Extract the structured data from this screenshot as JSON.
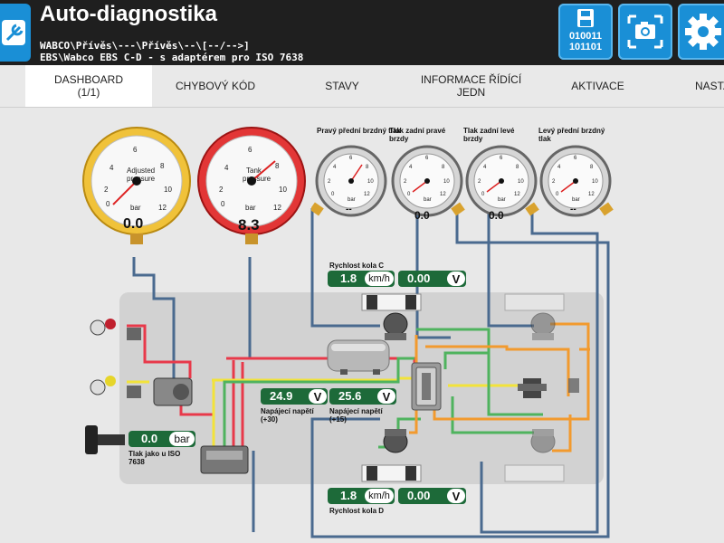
{
  "header": {
    "title": "Auto-diagnostika",
    "path_line1": "WABCO\\Přívěs\\---\\Přívěs\\--\\[--/-->]",
    "path_line2": "EBS\\Wabco EBS C-D - s adaptérem pro ISO 7638",
    "binary_button_text": "010011\n101101"
  },
  "tabs": [
    {
      "label": "DASHBOARD\n(1/1)",
      "active": true
    },
    {
      "label": "CHYBOVÝ KÓD"
    },
    {
      "label": "STAVY"
    },
    {
      "label": "INFORMACE ŘÍDÍCÍ JEDN"
    },
    {
      "label": "AKTIVACE"
    },
    {
      "label": "NASTAV"
    }
  ],
  "gauges": {
    "adjusted": {
      "label": "Adjusted\npressure",
      "unit": "bar",
      "value": "0.0",
      "ticks": [
        "0",
        "2",
        "4",
        "6",
        "8",
        "10",
        "12"
      ]
    },
    "tank": {
      "label": "Tank\npressure",
      "unit": "bar",
      "value": "8.3",
      "ticks": [
        "0",
        "2",
        "4",
        "6",
        "8",
        "10",
        "12"
      ]
    },
    "front_right": {
      "title": "Pravý přední brzdný tlak",
      "unit": "bar",
      "value": "--",
      "ticks": [
        "0",
        "2",
        "4",
        "6",
        "8",
        "10",
        "12"
      ]
    },
    "rear_right": {
      "title": "Tlak zadní pravé brzdy",
      "unit": "bar",
      "value": "0.0",
      "ticks": [
        "0",
        "2",
        "4",
        "6",
        "8",
        "10",
        "12"
      ]
    },
    "rear_left": {
      "title": "Tlak zadní levé brzdy",
      "unit": "bar",
      "value": "0.0",
      "ticks": [
        "0",
        "2",
        "4",
        "6",
        "8",
        "10",
        "12"
      ]
    },
    "front_left": {
      "title": "Levý přední brzdný tlak",
      "unit": "bar",
      "value": "--",
      "ticks": [
        "0",
        "2",
        "4",
        "6",
        "8",
        "10",
        "12"
      ]
    }
  },
  "wheel_speed_c": {
    "title": "Rychlost kola C",
    "speed": "1.8",
    "speed_unit": "km/h",
    "voltage": "0.00",
    "volt_unit": "V"
  },
  "wheel_speed_d": {
    "title": "Rychlost kola D",
    "speed": "1.8",
    "speed_unit": "km/h",
    "voltage": "0.00",
    "volt_unit": "V"
  },
  "supply_30": {
    "value": "24.9",
    "unit": "V",
    "label": "Napájecí napětí\n(+30)"
  },
  "supply_15": {
    "value": "25.6",
    "unit": "V",
    "label": "Napájecí napětí\n(+15)"
  },
  "iso_pressure": {
    "value": "0.0",
    "unit": "bar",
    "label": "Tlak jako u ISO\n7638"
  },
  "colors": {
    "accent": "#1a8fd6",
    "header_bg": "#1f1f1f",
    "value_pill": "#1d6a39",
    "line_red": "#e8394a",
    "line_yellow": "#f2e33a",
    "line_green": "#4fb35e",
    "line_orange": "#f29a2e",
    "line_blue": "#4a6a8f",
    "gauge_yellow": "#f0c23a",
    "gauge_red": "#e23636"
  },
  "icons": [
    "app-logo-icon",
    "save-binary-icon",
    "camera-icon",
    "gear-icon"
  ]
}
